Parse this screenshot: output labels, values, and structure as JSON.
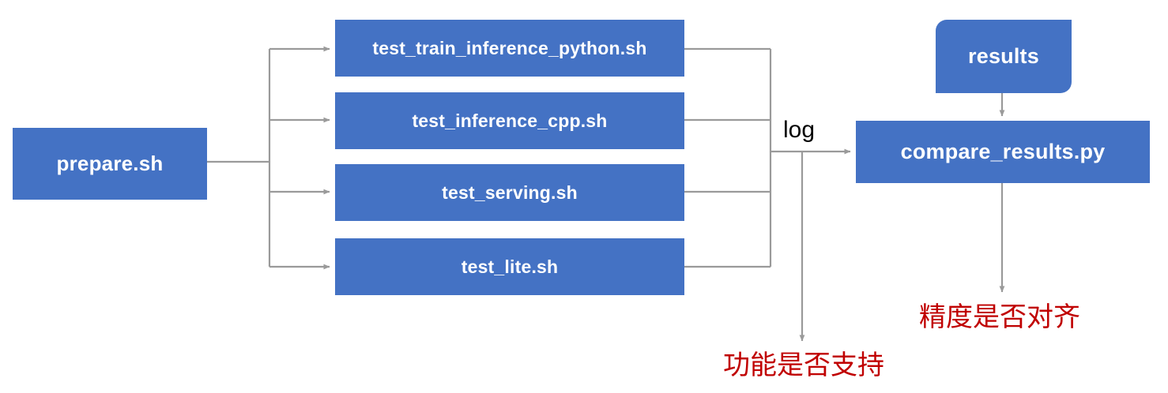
{
  "diagram": {
    "title": "Test pipeline flowchart",
    "colors": {
      "node_fill": "#4472C4",
      "node_text": "#FFFFFF",
      "edge": "#9A9A9A",
      "annotation_red": "#C00000",
      "background": "#FFFFFF"
    },
    "nodes": {
      "prepare": "prepare.sh",
      "test_train_inference_python": "test_train_inference_python.sh",
      "test_inference_cpp": "test_inference_cpp.sh",
      "test_serving": "test_serving.sh",
      "test_lite": "test_lite.sh",
      "results": "results",
      "compare_results": "compare_results.py"
    },
    "edge_labels": {
      "log": "log"
    },
    "annotations": {
      "function_supported": "功能是否支持",
      "precision_aligned": "精度是否对齐"
    }
  }
}
